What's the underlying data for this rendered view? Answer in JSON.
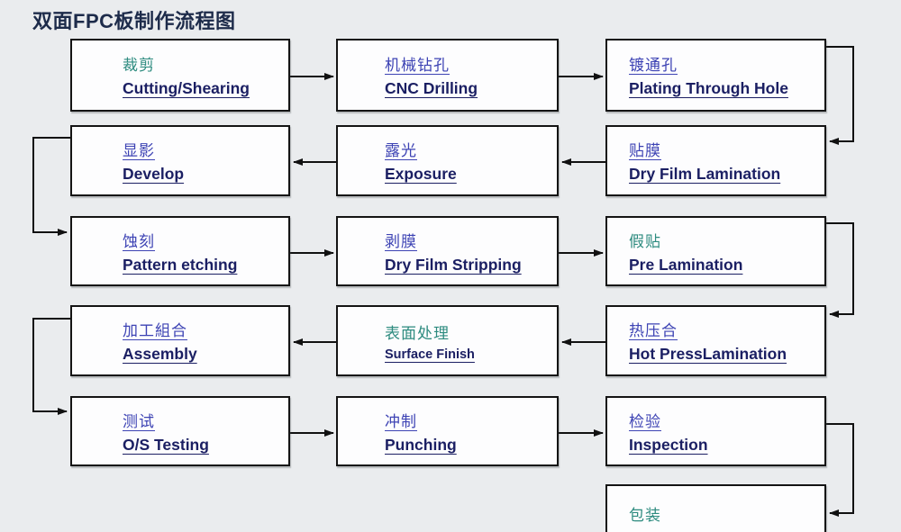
{
  "title": "双面FPC板制作流程图",
  "colors": {
    "background": "#eaecee",
    "box_fill": "#fdfdfe",
    "box_border": "#141414",
    "connector": "#111111",
    "chinese_blue": "#3d43b4",
    "chinese_teal": "#2d8b7f",
    "english_navy": "#1b1f63",
    "title_navy": "#1d2b4a"
  },
  "steps": [
    {
      "zh": "裁剪",
      "en": "Cutting/Shearing"
    },
    {
      "zh": "机械钻孔",
      "en": "CNC Drilling"
    },
    {
      "zh": "镀通孔",
      "en": "Plating Through Hole"
    },
    {
      "zh": "贴膜",
      "en": "Dry Film Lamination"
    },
    {
      "zh": "露光",
      "en": "Exposure"
    },
    {
      "zh": "显影",
      "en": "Develop"
    },
    {
      "zh": "蚀刻",
      "en": "Pattern etching"
    },
    {
      "zh": "剥膜",
      "en": "Dry Film Stripping"
    },
    {
      "zh": "假贴",
      "en": "Pre Lamination"
    },
    {
      "zh": "热压合",
      "en": "Hot PressLamination"
    },
    {
      "zh": "表面处理",
      "en": "Surface Finish"
    },
    {
      "zh": "加工組合",
      "en": "Assembly"
    },
    {
      "zh": "测试",
      "en": "O/S Testing"
    },
    {
      "zh": "冲制",
      "en": "Punching"
    },
    {
      "zh": "检验",
      "en": "Inspection"
    },
    {
      "zh": "包装",
      "en": ""
    }
  ]
}
